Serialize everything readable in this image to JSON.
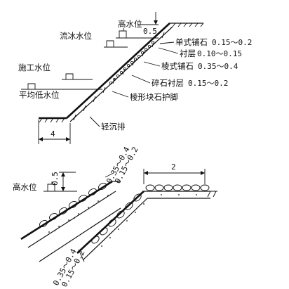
{
  "top": {
    "labels": {
      "high_water": "高水位",
      "ice_water": "流冰水位",
      "construction_water": "施工水位",
      "mean_low_water": "平均低水位",
      "single_paving": "单式铺石",
      "single_paving_range": "0.15～0.2",
      "bedding": "衬层",
      "bedding_range": "0.10～0.15",
      "prism_paving": "棱式铺石",
      "prism_paving_range": "0.35～0.4",
      "gravel_bedding": "碎石衬层",
      "gravel_bedding_range": "0.15～0.2",
      "toe": "棱形块石护脚",
      "mattress": "轻沉排"
    },
    "dims": {
      "freeboard": "0.5",
      "toe_width": "4"
    }
  },
  "bottom": {
    "labels": {
      "high_water": "高水位"
    },
    "dims": {
      "freeboard": "0.5",
      "berm_width": "2",
      "upper_a": "0.35～0.4",
      "upper_b": "0.15～0.2",
      "lower_a": "0.35～0.4",
      "lower_b": "0.15～0.2"
    }
  }
}
